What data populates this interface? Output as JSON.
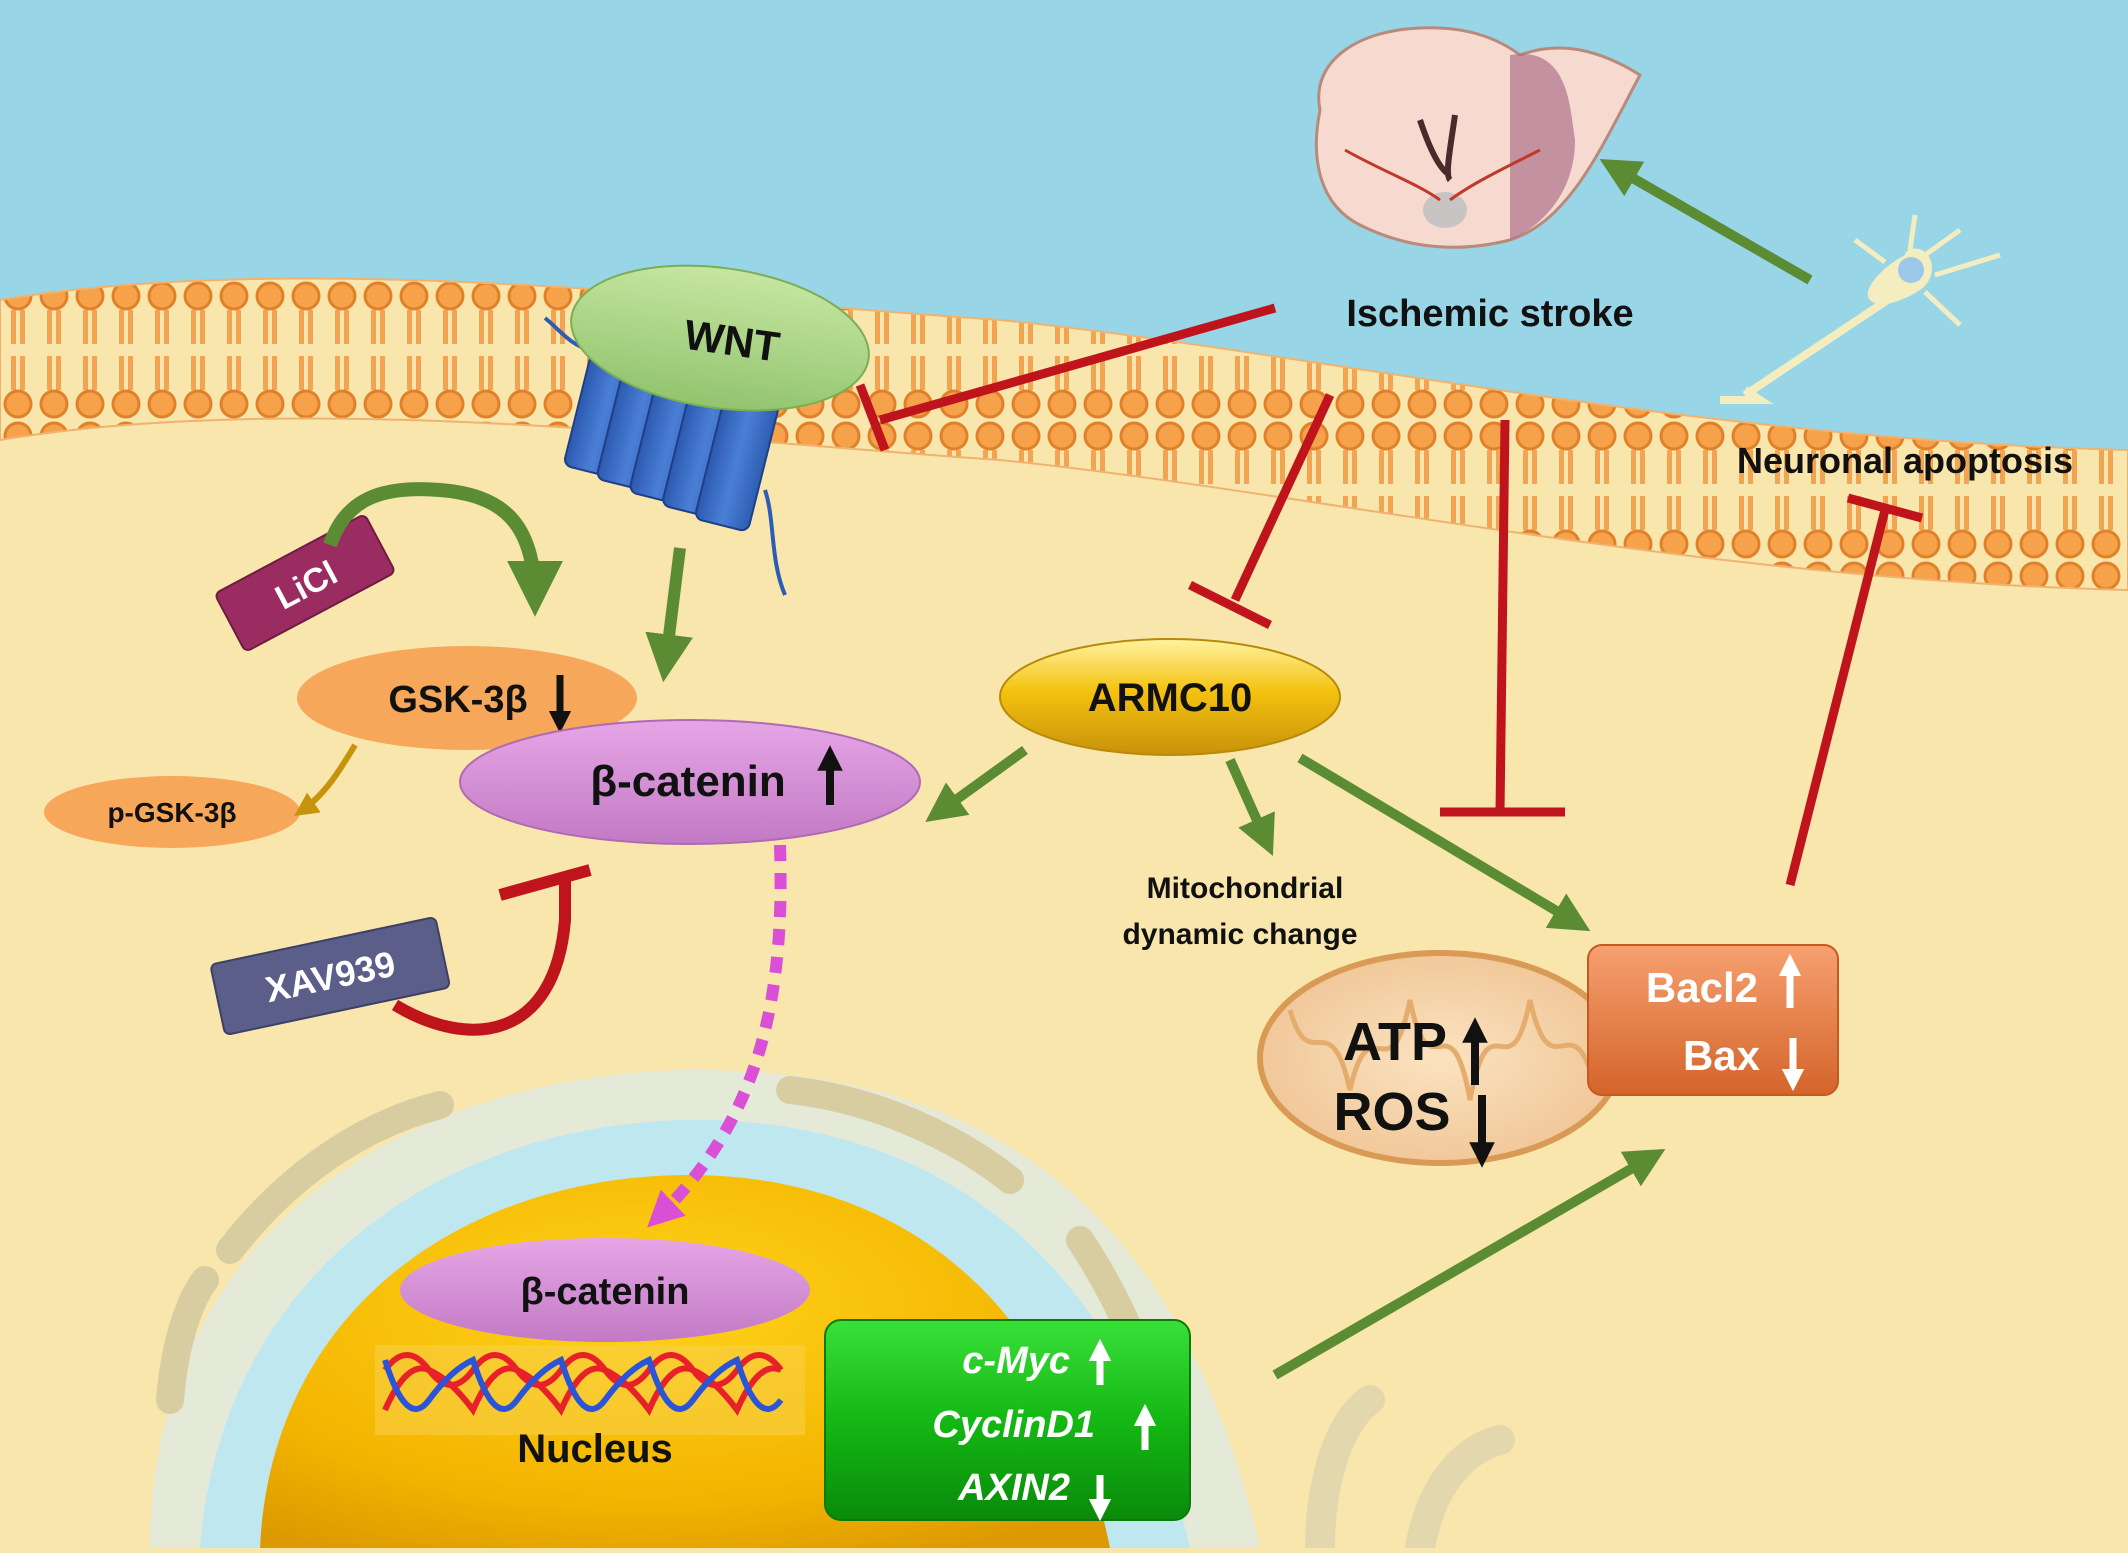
{
  "labels": {
    "wnt": "WNT",
    "licl": "LiCl",
    "gsk3b": "GSK-3β",
    "p_gsk3b": "p-GSK-3β",
    "beta_catenin_cyto": "β-catenin",
    "xav939": "XAV939",
    "armc10": "ARMC10",
    "ischemic_stroke": "Ischemic stroke",
    "neuronal_apoptosis": "Neuronal apoptosis",
    "mito_change_line1": "Mitochondrial",
    "mito_change_line2": "dynamic change",
    "atp": "ATP",
    "ros": "ROS",
    "bacl2": "Bacl2",
    "bax": "Bax",
    "beta_catenin_nucleus": "β-catenin",
    "nucleus": "Nucleus",
    "cmyc": "c-Myc",
    "cyclind1": "CyclinD1",
    "axin2": "AXIN2"
  },
  "colors": {
    "extracellular": "#98d5e6",
    "cytoplasm": "#f8e6ad",
    "activation_arrow": "#5b8c33",
    "inhibition": "#c0141c",
    "nuclear_translocation": "#d94fd6",
    "gene_box": "#14b814",
    "apoptosis_box": "#e47a3a",
    "armc10": "#f4c20f",
    "beta_catenin": "#cf86d0",
    "gsk3b": "#f7a75a",
    "licl": "#9b2c62",
    "xav939": "#5a5e88"
  }
}
